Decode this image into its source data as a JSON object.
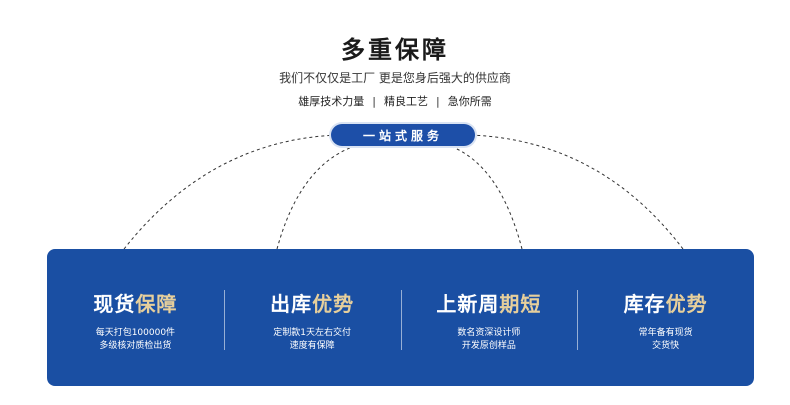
{
  "header": {
    "title": "多重保障",
    "subtitle": "我们不仅仅是工厂 更是您身后强大的供应商",
    "features": [
      "雄厚技术力量",
      "精良工艺",
      "急你所需"
    ]
  },
  "pill": {
    "label": "一站式服务"
  },
  "cards": [
    {
      "title_white": "现货",
      "title_gold": "保障",
      "line1": "每天打包100000件",
      "line2": "多级核对质检出货"
    },
    {
      "title_white": "出库",
      "title_gold": "优势",
      "line1": "定制款1天左右交付",
      "line2": "速度有保障"
    },
    {
      "title_white": "上新周",
      "title_gold": "期短",
      "line1": "数名资深设计师",
      "line2": "开发原创样品"
    },
    {
      "title_white": "库存",
      "title_gold": "优势",
      "line1": "常年备有现货",
      "line2": "交货快"
    }
  ],
  "colors": {
    "panel": "#1a4fa3",
    "gold": "#e6cf9c",
    "pill": "#1d4fa8"
  }
}
